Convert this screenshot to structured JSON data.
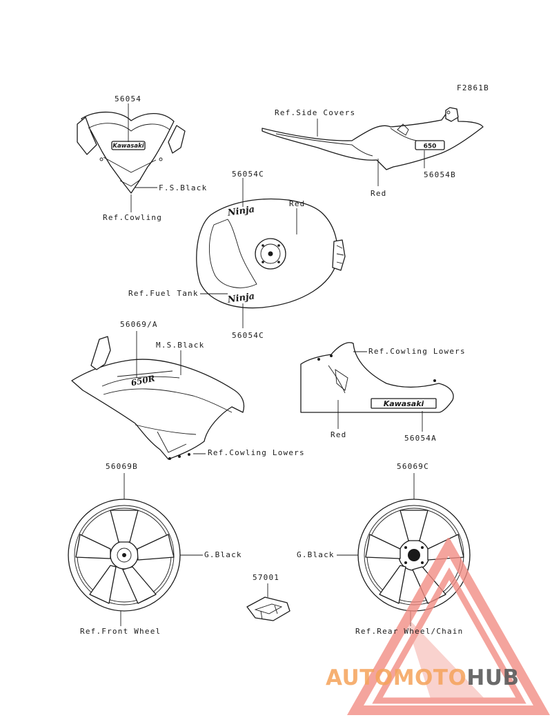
{
  "figure_id": "F2861B",
  "labels": {
    "p56054": "56054",
    "fs_black": "F.S.Black",
    "ref_cowling": "Ref.Cowling",
    "ref_side_covers": "Ref.Side Covers",
    "p56054B": "56054B",
    "red_tail": "Red",
    "p56054C_top": "56054C",
    "red_tank": "Red",
    "ref_fuel_tank": "Ref.Fuel Tank",
    "p56054C_bottom": "56054C",
    "p56069A": "56069/A",
    "ms_black": "M.S.Black",
    "ref_cowling_lowers_right": "Ref.Cowling Lowers",
    "ref_cowling_lowers_left": "Ref.Cowling Lowers",
    "red_lower": "Red",
    "p56054A": "56054A",
    "p56069B": "56069B",
    "p56069C": "56069C",
    "g_black_front": "G.Black",
    "g_black_rear": "G.Black",
    "p57001": "57001",
    "ref_front_wheel": "Ref.Front Wheel",
    "ref_rear_wheel": "Ref.Rear Wheel/Chain"
  },
  "decal_text": {
    "kawasaki_front": "Kawasaki",
    "kawasaki_lower": "Kawasaki",
    "tail_model": "650",
    "ninja_top": "Ninja",
    "ninja_bottom": "Ninja",
    "side_model": "650R"
  },
  "watermark": {
    "part1": "AUTOMOTO",
    "part2": "HUB",
    "color_primary": "#f28b82",
    "color_secondary": "#f5b971",
    "color_dark": "#5a5a5a"
  }
}
